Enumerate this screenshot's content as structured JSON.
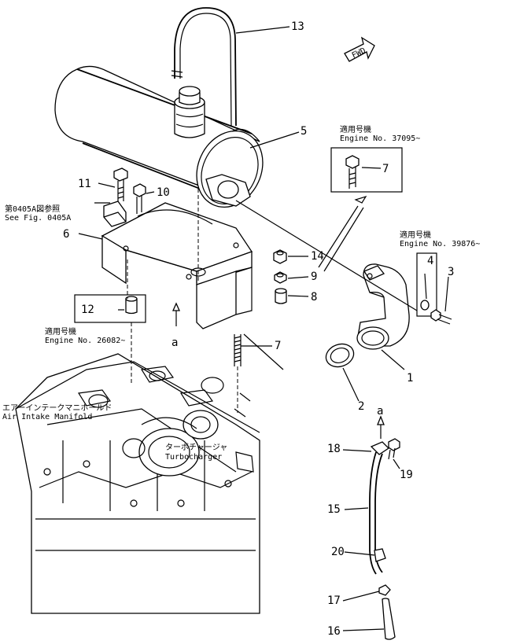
{
  "callouts": {
    "p1": "1",
    "p2": "2",
    "p3": "3",
    "p4": "4",
    "p5": "5",
    "p6": "6",
    "p7a": "7",
    "p7b": "7",
    "p8": "8",
    "p9": "9",
    "p10": "10",
    "p11": "11",
    "p12": "12",
    "p13": "13",
    "p14": "14",
    "p15": "15",
    "p16": "16",
    "p17": "17",
    "p18": "18",
    "p19": "19",
    "p20": "20"
  },
  "notes": {
    "fwd": "FWD",
    "engine_37095_jp": "適用号機",
    "engine_37095": "Engine No. 37095~",
    "engine_39876_jp": "適用号機",
    "engine_39876": "Engine No. 39876~",
    "engine_26082_jp": "適用号機",
    "engine_26082": "Engine No. 26082~",
    "see_fig_jp": "第0405A図参照",
    "see_fig": "See Fig. 0405A",
    "air_intake_jp": "エアーインテークマニホールド",
    "air_intake": "Air Intake Manifold",
    "turbo_jp": "ターボチャージャ",
    "turbo": "Turbocharger",
    "ref_a1": "a",
    "ref_a2": "a"
  }
}
